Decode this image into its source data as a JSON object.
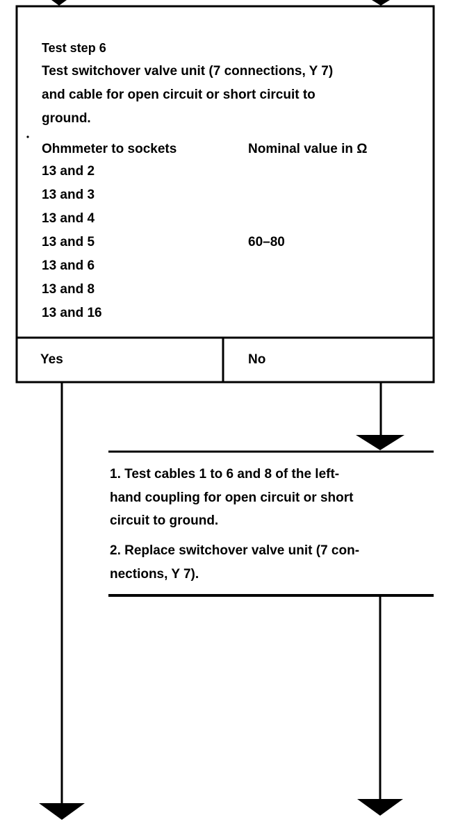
{
  "test_box": {
    "heading": "Test step 6",
    "description_lines": [
      "Test switchover valve unit (7 connections, Y 7)",
      "and cable for open circuit or short circuit to",
      "ground."
    ],
    "col_left_header": "Ohmmeter to sockets",
    "col_right_header": "Nominal value in Ω",
    "sockets": [
      "13 and 2",
      "13 and 3",
      "13 and 4",
      "13 and 5",
      "13 and 6",
      "13 and 8",
      "13 and 16"
    ],
    "nominal_value": "60–80"
  },
  "branches": {
    "yes_label": "Yes",
    "no_label": "No"
  },
  "action_box": {
    "step1_lines": [
      "1. Test cables 1 to 6 and 8 of the left-",
      "hand coupling for open circuit or short",
      "circuit to ground."
    ],
    "step2_lines": [
      "2. Replace switchover valve unit (7 con-",
      "nections, Y 7)."
    ]
  }
}
